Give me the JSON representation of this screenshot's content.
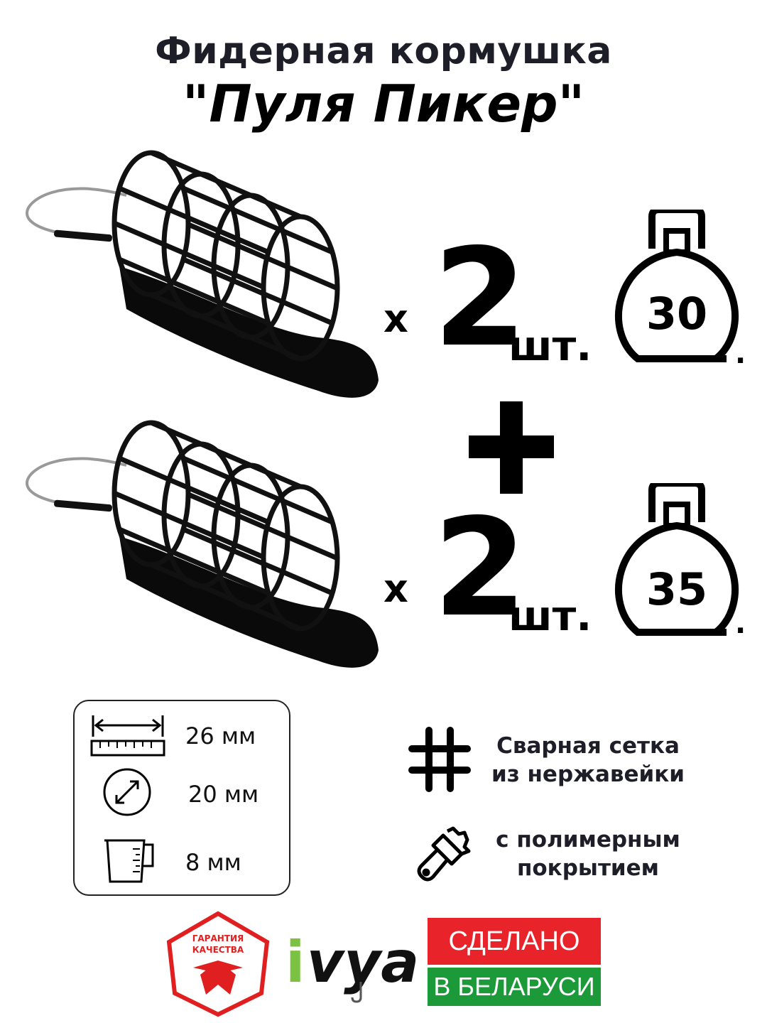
{
  "title": {
    "line1": "Фидерная кормушка",
    "line2": "\"Пуля Пикер\""
  },
  "offers": [
    {
      "multiplier": "x",
      "count": "2",
      "unit": "шт.",
      "weight": "30",
      "dot": "."
    },
    {
      "multiplier": "x",
      "count": "2",
      "unit": "шт.",
      "weight": "35",
      "dot": "."
    }
  ],
  "specs": [
    {
      "icon": "ruler-icon",
      "value": "26 мм"
    },
    {
      "icon": "diameter-icon",
      "value": "20 мм"
    },
    {
      "icon": "measuring-cup-icon",
      "value": "8 мм"
    }
  ],
  "features": [
    {
      "icon": "grid-hash-icon",
      "line1": "Сварная сетка",
      "line2": "из нержавейки"
    },
    {
      "icon": "paint-brush-icon",
      "line1": "с полимерным",
      "line2": "покрытием"
    }
  ],
  "badges": {
    "quality": {
      "line1": "ГАРАНТИЯ",
      "line2": "КАЧЕСТВА"
    },
    "brand": "ivya",
    "made_in": {
      "line1": "СДЕЛАНО",
      "line2": "В БЕЛАРУСИ"
    }
  },
  "colors": {
    "red": "#e8232a",
    "green": "#1c9a3a",
    "brand_green": "#7cc242",
    "text": "#1e1e28"
  }
}
